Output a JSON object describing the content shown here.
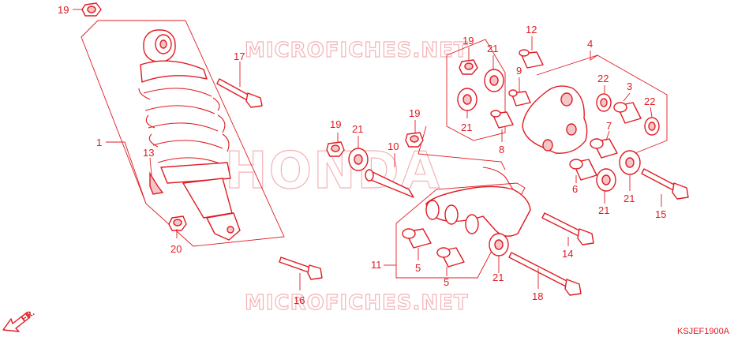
{
  "watermarks": {
    "top": "MICROFICHES.NET",
    "bottom": "MICROFICHES.NET",
    "brand": "HONDA"
  },
  "diagram_code": "KSJEF1900A",
  "direction_label": "FR.",
  "callouts": [
    "19",
    "17",
    "1",
    "13",
    "20",
    "16",
    "12",
    "19",
    "21",
    "9",
    "4",
    "22",
    "3",
    "22",
    "21",
    "19",
    "21",
    "19",
    "10",
    "8",
    "7",
    "21",
    "6",
    "21",
    "15",
    "11",
    "5",
    "5",
    "14",
    "21",
    "18"
  ],
  "colors": {
    "line": "#e01b22",
    "fill": "#f4c6c8",
    "watermark": "#f3b3b6"
  }
}
